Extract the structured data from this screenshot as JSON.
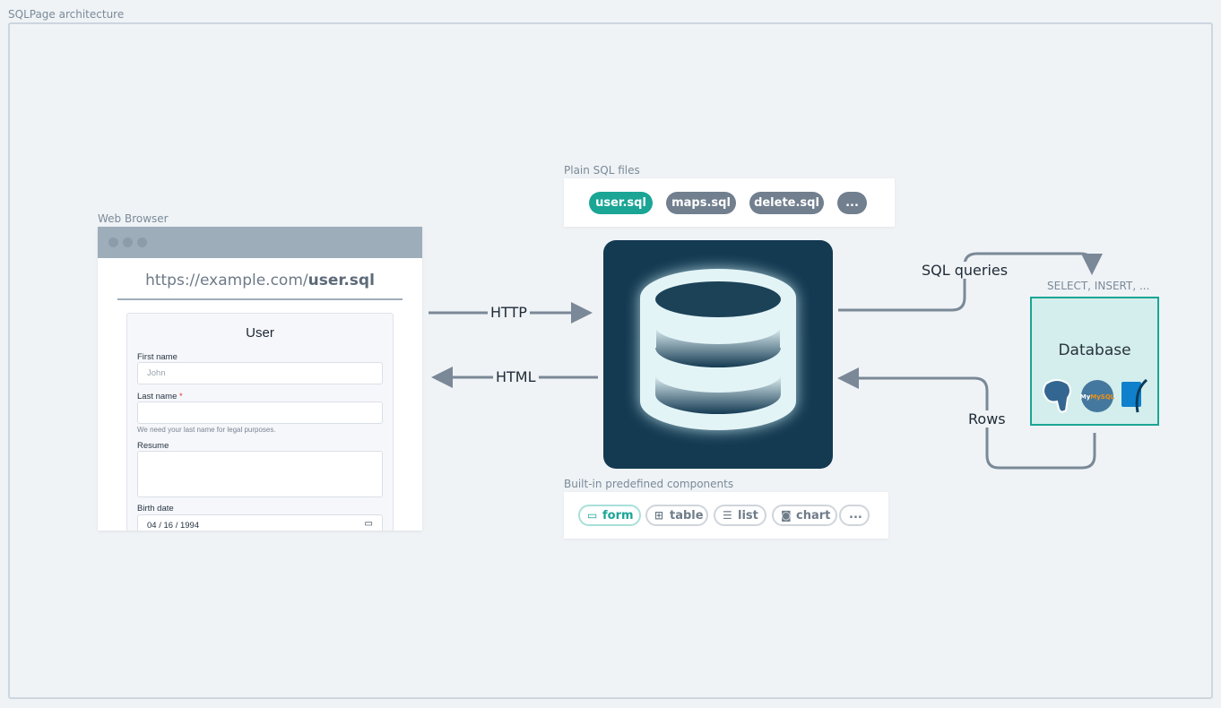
{
  "title": "SQLPage architecture",
  "browser": {
    "label": "Web Browser",
    "url_prefix": "https://example.com/",
    "url_file": "user.sql",
    "form": {
      "title": "User",
      "first_name_label": "First name",
      "first_name_placeholder": "John",
      "last_name_label": "Last name",
      "required_mark": "*",
      "last_name_hint": "We need your last name for legal purposes.",
      "resume_label": "Resume",
      "birth_date_label": "Birth date",
      "birth_date_value": "04 / 16 / 1994"
    }
  },
  "arrows": {
    "http": "HTTP",
    "html": "HTML",
    "sql_queries": "SQL queries",
    "rows": "Rows"
  },
  "sql_files": {
    "label": "Plain SQL files",
    "items": [
      "user.sql",
      "maps.sql",
      "delete.sql",
      "..."
    ]
  },
  "components": {
    "label": "Built-in predefined components",
    "items": [
      {
        "label": "form",
        "icon": "form-icon"
      },
      {
        "label": "table",
        "icon": "grid-icon"
      },
      {
        "label": "list",
        "icon": "list-icon"
      },
      {
        "label": "chart",
        "icon": "chart-icon"
      },
      {
        "label": "...",
        "icon": ""
      }
    ]
  },
  "database": {
    "caption": "SELECT, INSERT, ...",
    "title": "Database",
    "logos": [
      "postgresql-logo",
      "mysql-logo",
      "sqlite-logo"
    ],
    "mysql_text": "MySQL"
  },
  "colors": {
    "accent": "#1aa595",
    "dark": "#143a52",
    "gray": "#717f8e"
  }
}
